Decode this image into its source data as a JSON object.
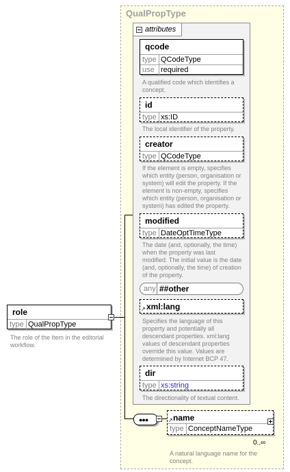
{
  "root": {
    "name": "role",
    "type_key": "type",
    "type_value": "QualPropType",
    "description": [
      "The role of the Item in the editorial",
      "workflow."
    ]
  },
  "complex_type": {
    "title": "QualPropType"
  },
  "attributes_group": {
    "label": "attributes"
  },
  "attributes": [
    {
      "name": "qcode",
      "type_key": "type",
      "type_value": "QCodeType",
      "use_key": "use",
      "use_value": "required",
      "description": [
        "A qualified code which identifies a",
        "concept."
      ]
    },
    {
      "name": "id",
      "type_key": "type",
      "type_value": "xs:ID",
      "description": [
        "The local identifier of the property."
      ]
    },
    {
      "name": "creator",
      "type_key": "type",
      "type_value": "QCodeType",
      "description": [
        "If the element is empty, specifies",
        "which entity (person, organisation or",
        "system) will edit the property. If the",
        "element is non-empty, specifies",
        "which entity (person, organisation or",
        "system) has edited the property."
      ]
    },
    {
      "name": "modified",
      "type_key": "type",
      "type_value": "DateOptTimeType",
      "description": [
        "The date (and, optionally, the time)",
        "when the property was last",
        "modified. The initial value is the date",
        "(and, optionally, the time) of creation",
        "of the property."
      ]
    },
    {
      "name": "xml:lang",
      "description": [
        "Specifies the language of this",
        "property and potentially all",
        "descendant properties. xml:lang",
        "values of descendant properties",
        "override this value. Values are",
        "determined by Internet BCP 47."
      ]
    },
    {
      "name": "dir",
      "type_key": "type",
      "type_value": "xs:string",
      "description": [
        "The directionality of textual content."
      ]
    }
  ],
  "any_attribute": {
    "key": "any",
    "value": "##other"
  },
  "child_element": {
    "name": "name",
    "type_key": "type",
    "type_value": "ConceptNameType",
    "occurrence": "0..∞",
    "description": [
      "A natural language name for the",
      "concept."
    ]
  },
  "colors": {
    "container_bg": "#ffffe6",
    "group_bg": "#f2f2f2",
    "muted_text": "#808080",
    "link": "#2b2bc7"
  }
}
